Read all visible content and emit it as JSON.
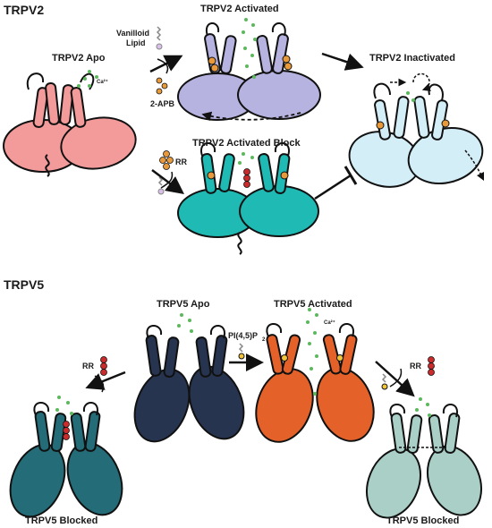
{
  "sections": {
    "trpv2": "TRPV2",
    "trpv5": "TRPV5"
  },
  "states": {
    "trpv2_apo": "TRPV2 Apo",
    "trpv2_activated": "TRPV2 Activated",
    "trpv2_inactivated": "TRPV2 Inactivated",
    "trpv2_activated_block": "TRPV2 Activated Block",
    "trpv5_apo": "TRPV5 Apo",
    "trpv5_activated": "TRPV5 Activated",
    "trpv5_blocked_left": "TRPV5 Blocked",
    "trpv5_blocked_right": "TRPV5 Blocked"
  },
  "ligands": {
    "vanilloid_1": "Vanilloid",
    "vanilloid_2": "Lipid",
    "apb": "2-APB",
    "rr_v2": "RR",
    "rr_v5_left": "RR",
    "rr_v5_right": "RR",
    "pip2": "PI(4,5)P",
    "pip2_sub": "2"
  },
  "ions": {
    "ca_a": "Ca²⁺",
    "ca_b": "Ca²⁺"
  },
  "colors": {
    "v2_apo": "#f39a9a",
    "v2_activated": "#b7b3e0",
    "v2_inactivated": "#d4eef8",
    "v2_block": "#1fbab4",
    "v5_apo": "#26344f",
    "v5_activated": "#e4622a",
    "v5_blocked_left": "#236c78",
    "v5_blocked_right": "#a9cfc6",
    "calcium": "#5cb85c",
    "ligand_orange": "#e89a3a",
    "rr_red": "#cc2b2b"
  }
}
